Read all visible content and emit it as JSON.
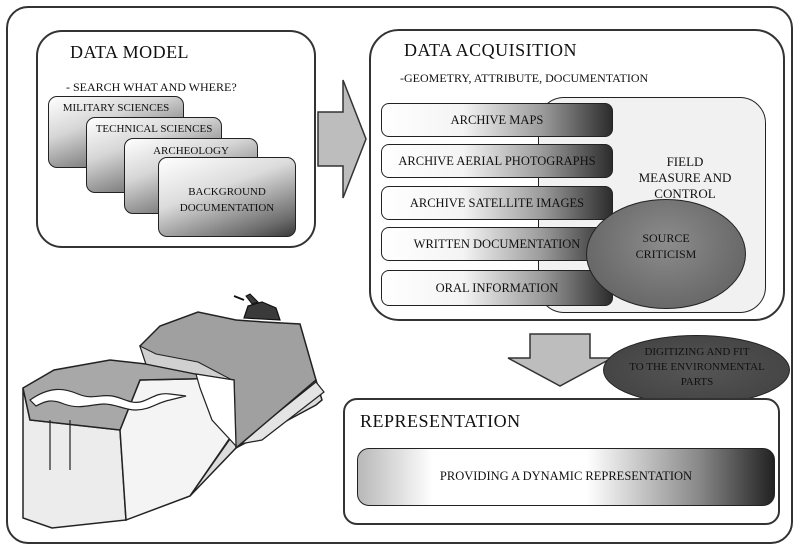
{
  "data_model": {
    "title": "DATA MODEL",
    "search_label": "- SEARCH WHAT AND WHERE?",
    "cards": [
      "MILITARY SCIENCES",
      "TECHNICAL SCIENCES",
      "ARCHEOLOGY",
      "BACKGROUND DOCUMENTATION"
    ]
  },
  "data_acquisition": {
    "title": "DATA  ACQUISITION",
    "subtitle": "-GEOMETRY, ATTRIBUTE, DOCUMENTATION",
    "sources": [
      "ARCHIVE MAPS",
      "ARCHIVE AERIAL PHOTOGRAPHS",
      "ARCHIVE SATELLITE IMAGES",
      "WRITTEN DOCUMENTATION",
      "ORAL INFORMATION"
    ],
    "field_label": "FIELD MEASURE AND CONTROL",
    "field_lines": [
      "FIELD",
      "MEASURE AND",
      "CONTROL"
    ],
    "criticism_lines": [
      "SOURCE",
      "CRITICISM"
    ]
  },
  "digitizing": {
    "lines": [
      "DIGITIZING AND FIT",
      "TO THE ENVIRONMENTAL",
      "PARTS"
    ]
  },
  "representation": {
    "title": "REPRESENTATION",
    "box_label": "PROVIDING A DYNAMIC REPRESENTATION"
  },
  "colors": {
    "outline": "#333333",
    "ellipse_fill": "#6e6e6e",
    "arrow_fill": "#bdbdbd",
    "terrain_top": "#a9a9a9",
    "terrain_side": "#e6e6e6"
  }
}
